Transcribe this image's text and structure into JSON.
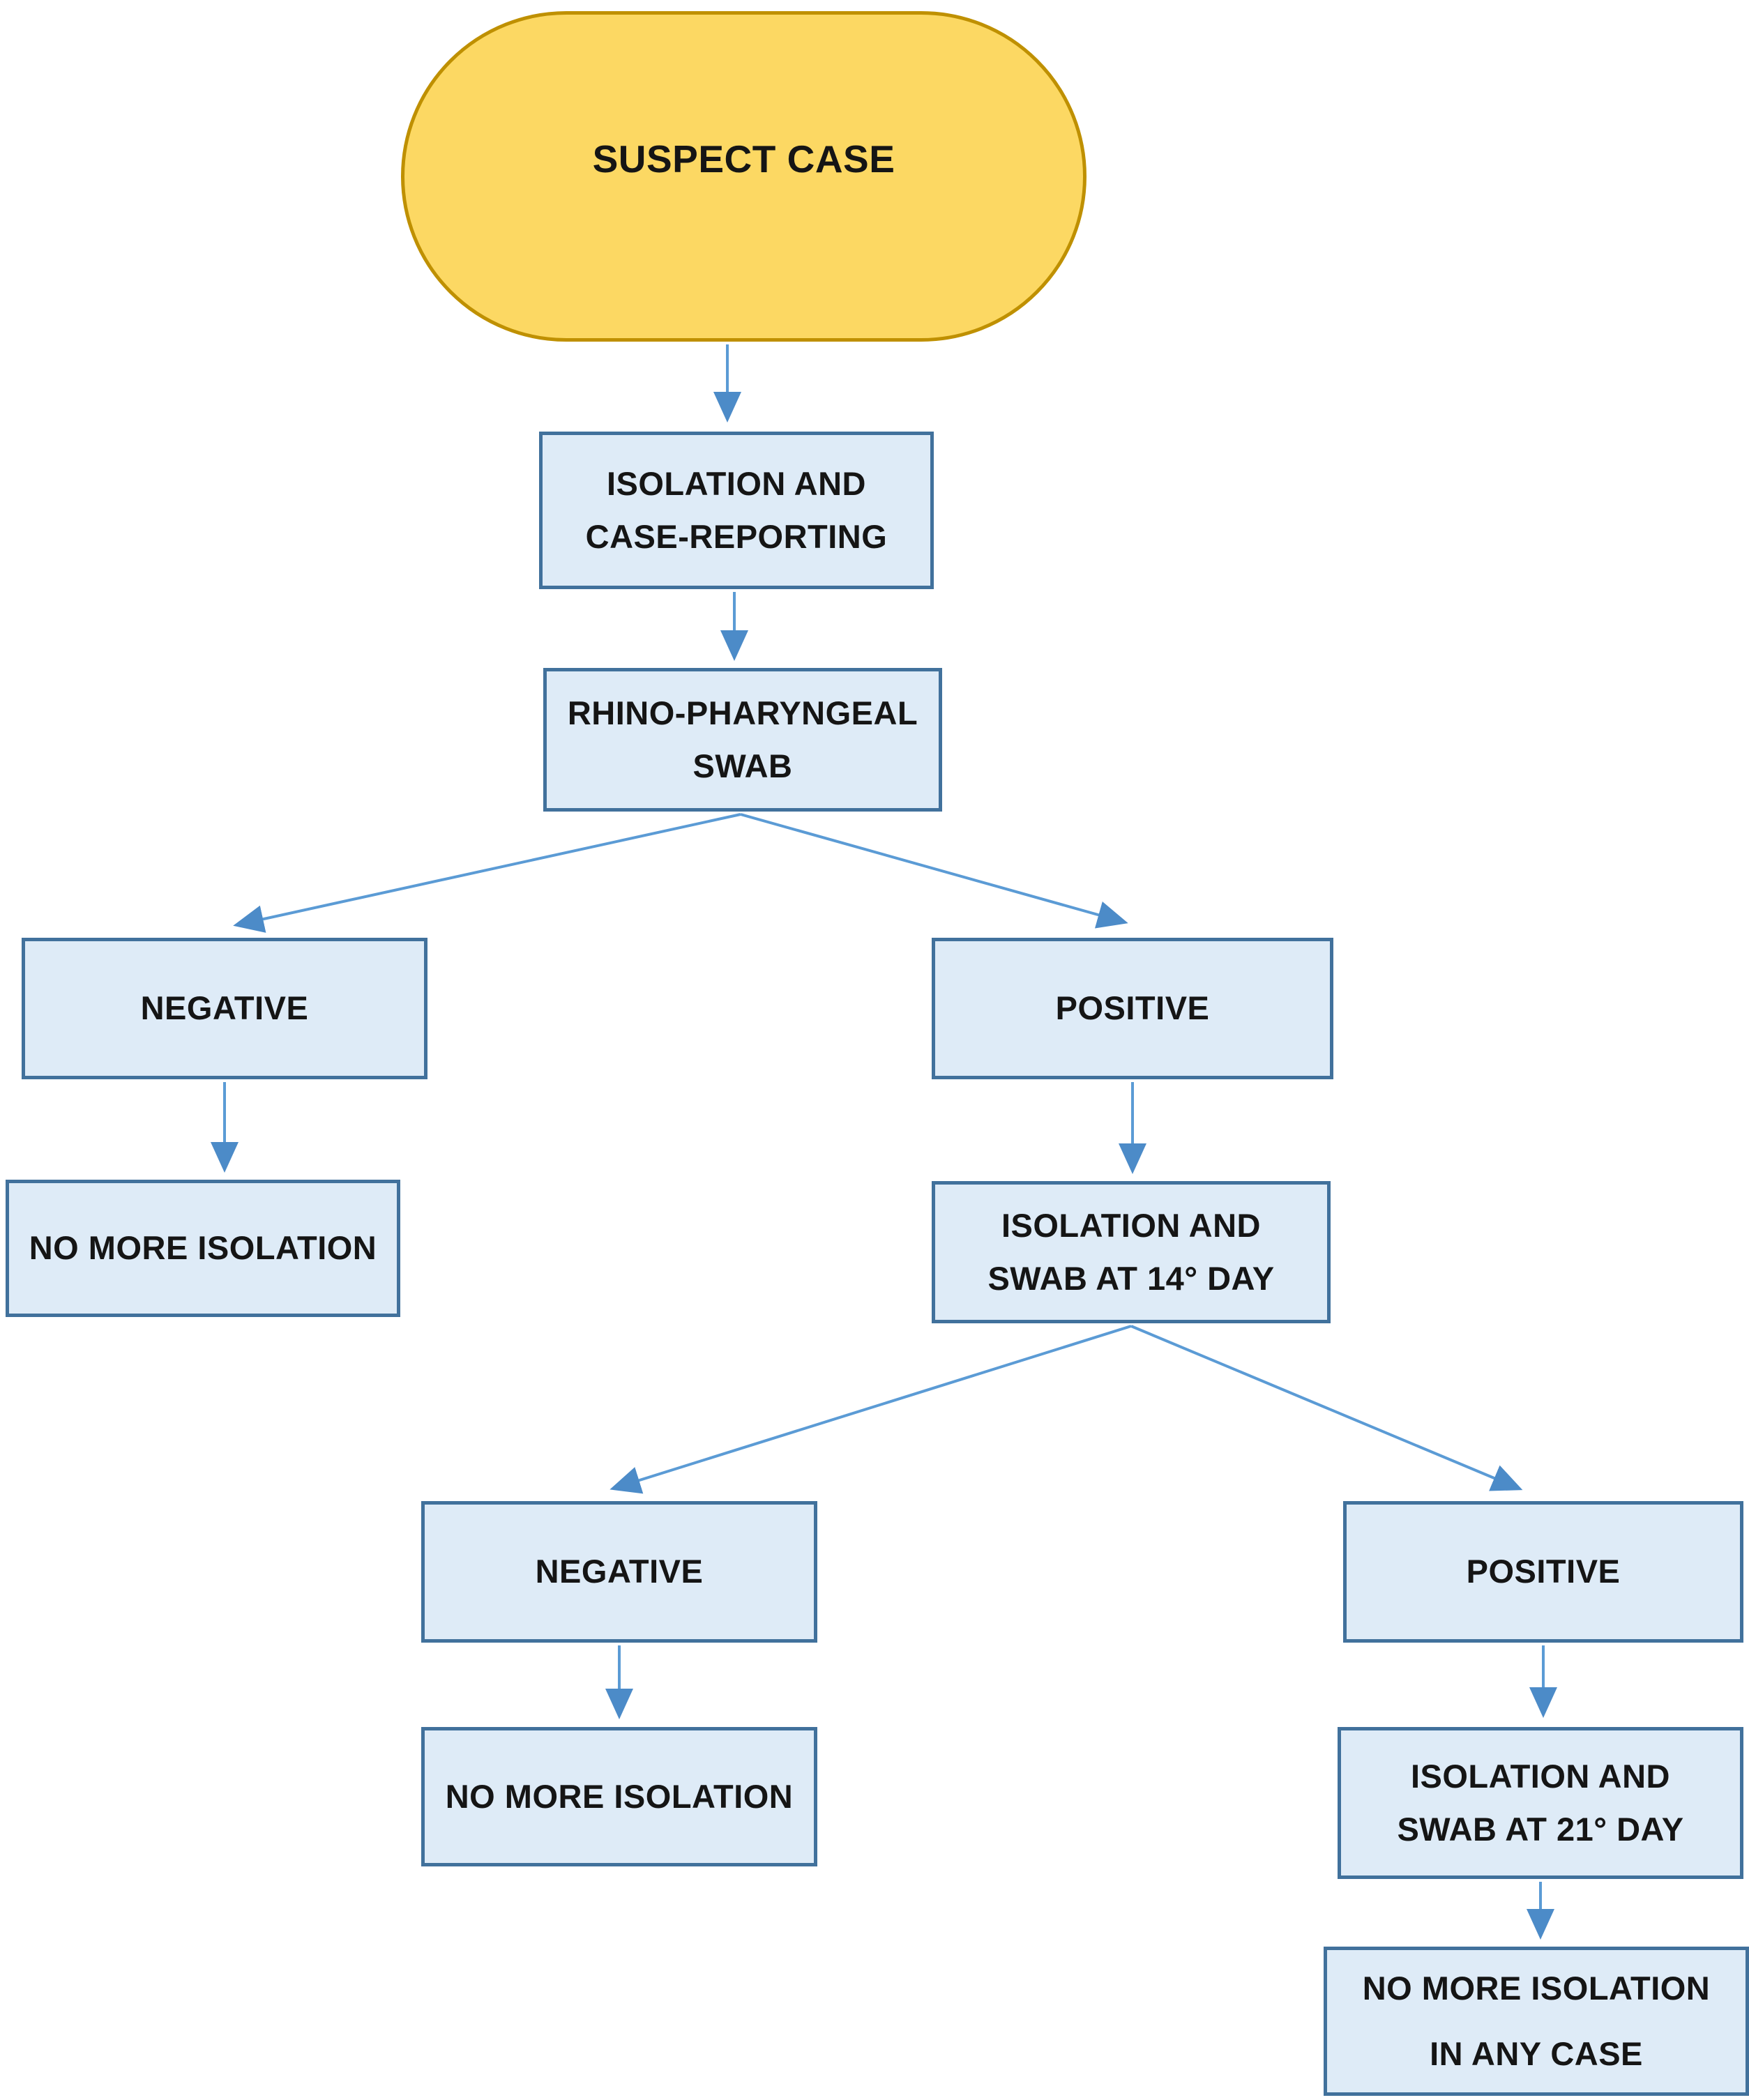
{
  "diagram": {
    "type": "flowchart",
    "colors": {
      "terminal_fill": "#FCD863",
      "terminal_border": "#BF9000",
      "process_fill": "#DEEBF7",
      "process_border": "#41719C",
      "arrow": "#5B9BD5",
      "text": "#151515",
      "background": "#FFFFFF"
    },
    "nodes": {
      "suspect_case": {
        "shape": "stadium",
        "label": "SUSPECT CASE"
      },
      "isolation_reporting": {
        "shape": "rectangle",
        "label": "ISOLATION AND\nCASE-REPORTING"
      },
      "rhino_swab": {
        "shape": "rectangle",
        "label": "RHINO-PHARYNGEAL\nSWAB"
      },
      "negative_1": {
        "shape": "rectangle",
        "label": "NEGATIVE"
      },
      "no_more_isolation_1": {
        "shape": "rectangle",
        "label": "NO MORE ISOLATION"
      },
      "positive_1": {
        "shape": "rectangle",
        "label": "POSITIVE"
      },
      "isolation_swab_14": {
        "shape": "rectangle",
        "label": "ISOLATION AND\nSWAB AT 14° DAY"
      },
      "negative_2": {
        "shape": "rectangle",
        "label": "NEGATIVE"
      },
      "no_more_isolation_2": {
        "shape": "rectangle",
        "label": "NO MORE ISOLATION"
      },
      "positive_2": {
        "shape": "rectangle",
        "label": "POSITIVE"
      },
      "isolation_swab_21": {
        "shape": "rectangle",
        "label": "ISOLATION AND\nSWAB AT 21° DAY"
      },
      "no_more_isolation_any": {
        "shape": "rectangle",
        "label": "NO MORE ISOLATION\nIN ANY CASE"
      }
    },
    "edges": [
      {
        "from": "suspect_case",
        "to": "isolation_reporting"
      },
      {
        "from": "isolation_reporting",
        "to": "rhino_swab"
      },
      {
        "from": "rhino_swab",
        "to": "negative_1"
      },
      {
        "from": "rhino_swab",
        "to": "positive_1"
      },
      {
        "from": "negative_1",
        "to": "no_more_isolation_1"
      },
      {
        "from": "positive_1",
        "to": "isolation_swab_14"
      },
      {
        "from": "isolation_swab_14",
        "to": "negative_2"
      },
      {
        "from": "isolation_swab_14",
        "to": "positive_2"
      },
      {
        "from": "negative_2",
        "to": "no_more_isolation_2"
      },
      {
        "from": "positive_2",
        "to": "isolation_swab_21"
      },
      {
        "from": "isolation_swab_21",
        "to": "no_more_isolation_any"
      }
    ]
  }
}
